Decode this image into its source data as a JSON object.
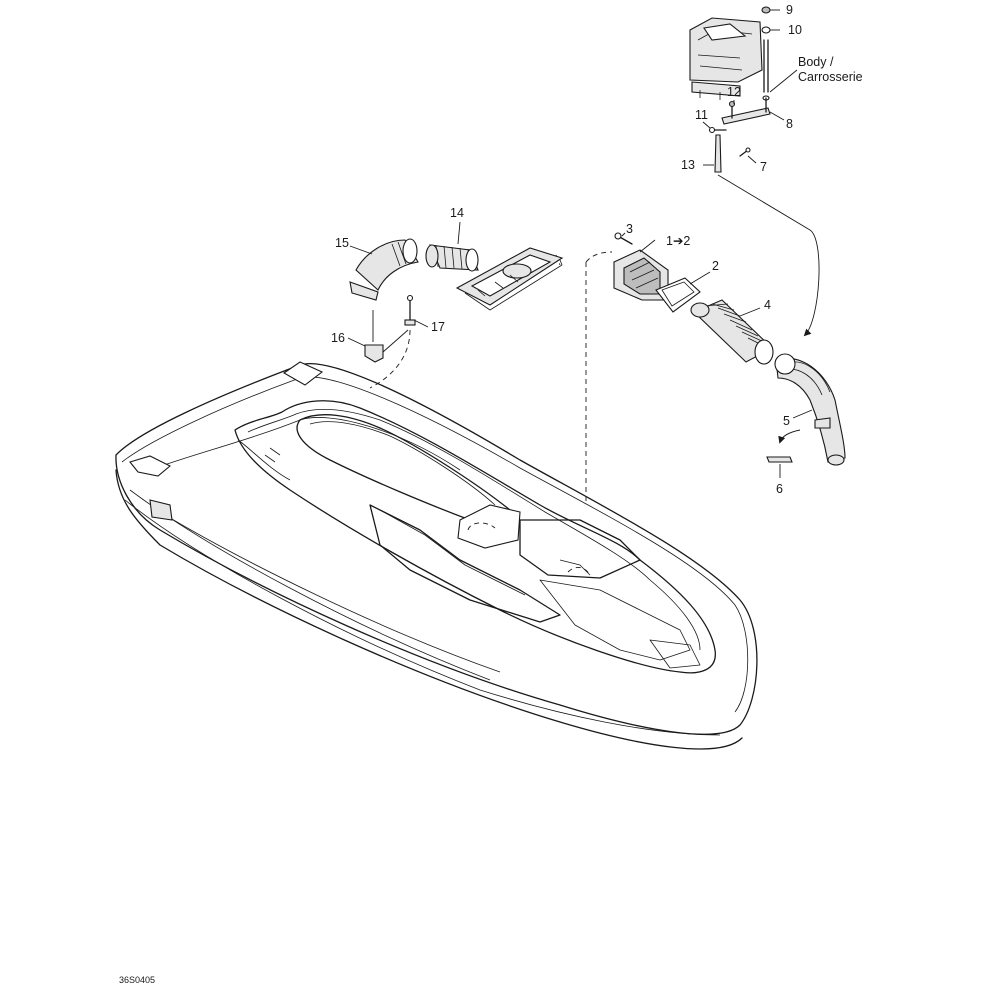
{
  "diagram": {
    "callouts": {
      "c1": "1➔2",
      "c2": "2",
      "c3": "3",
      "c4": "4",
      "c5": "5",
      "c6": "6",
      "c7": "7",
      "c8": "8",
      "c9": "9",
      "c10": "10",
      "c11": "11",
      "c12": "12",
      "c13": "13",
      "c14": "14",
      "c15": "15",
      "c16": "16",
      "c17": "17"
    },
    "body_label_line1": "Body /",
    "body_label_line2": "Carrosserie",
    "drawing_code": "36S0405"
  }
}
